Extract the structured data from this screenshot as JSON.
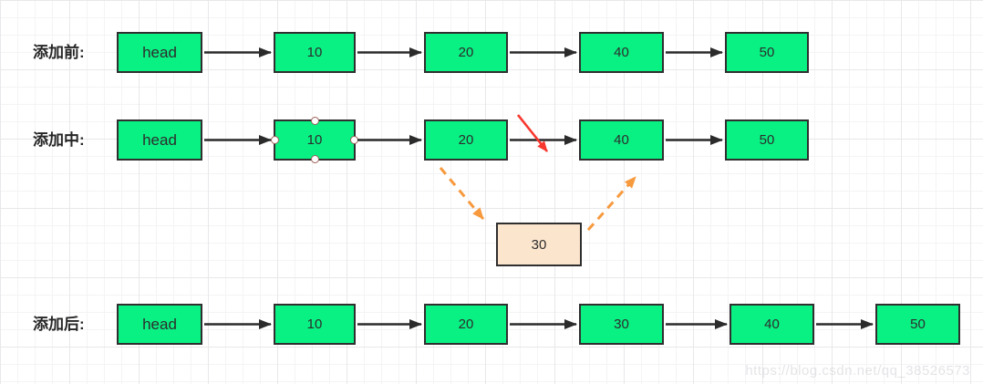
{
  "diagram": {
    "rows": [
      {
        "label": "添加前:",
        "nodes": [
          "head",
          "10",
          "20",
          "40",
          "50"
        ]
      },
      {
        "label": "添加中:",
        "nodes": [
          "head",
          "10",
          "20",
          "40",
          "50"
        ]
      },
      {
        "label": "添加后:",
        "nodes": [
          "head",
          "10",
          "20",
          "30",
          "40",
          "50"
        ]
      }
    ],
    "inserted_node": {
      "label": "30"
    }
  },
  "colors": {
    "node_fill": "#09f083",
    "node_border": "#2f2f2f",
    "inserted_fill": "#fce5cd",
    "black_arrow": "#2b2b2b",
    "red_arrow": "#f8382f",
    "orange_arrow": "#f79a3e",
    "handle_stroke": "#9c6057"
  },
  "watermark": {
    "text": "https://blog.csdn.net/qq_38526573"
  }
}
